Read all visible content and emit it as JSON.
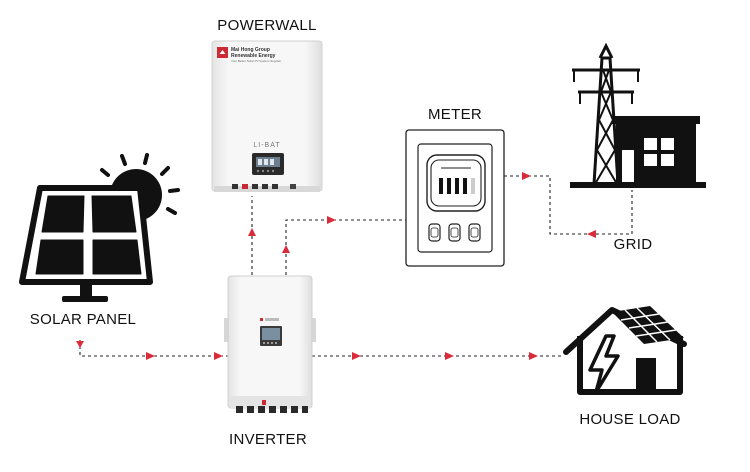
{
  "labels": {
    "powerwall": "POWERWALL",
    "meter": "METER",
    "grid": "GRID",
    "solar_panel": "SOLAR PANEL",
    "inverter": "INVERTER",
    "house_load": "HOUSE LOAD"
  },
  "battery": {
    "brand_line1": "Mai Hong Group",
    "brand_line2": "Renewable Energy",
    "brand_tagline": "Your Better Solar PV System Supplier",
    "model": "LI-BAT"
  },
  "colors": {
    "arrow": "#d92b3a",
    "line": "#222222",
    "icon": "#111111",
    "device": "#f2f2f2"
  },
  "icons": {
    "solar": "solar-panel-sun-icon",
    "grid": "transmission-tower-building-icon",
    "house": "house-solar-roof-bolt-icon"
  }
}
